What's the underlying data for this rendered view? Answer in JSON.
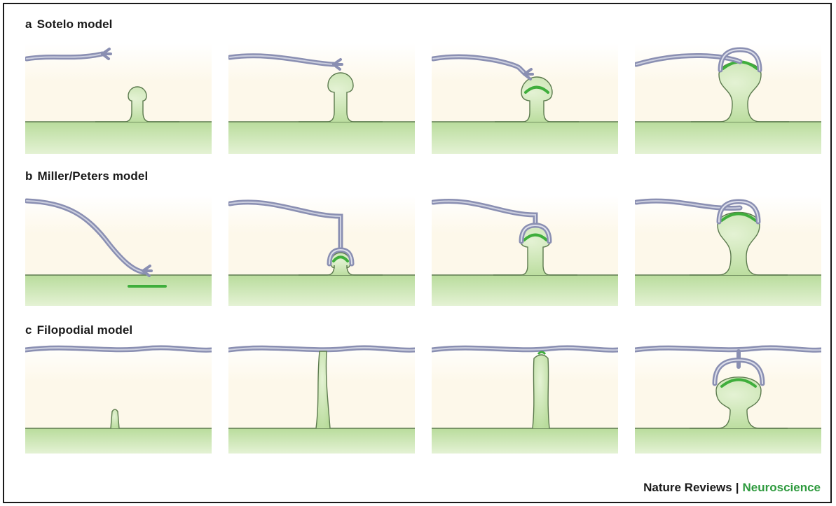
{
  "rows": [
    {
      "letter": "a",
      "title": "Sotelo model"
    },
    {
      "letter": "b",
      "title": "Miller/Peters model"
    },
    {
      "letter": "c",
      "title": "Filopodial model"
    }
  ],
  "footer": {
    "publisher": "Nature Reviews",
    "separator": "|",
    "journal": "Neuroscience"
  },
  "colors": {
    "background": "#fdf8ea",
    "dendrite": "#b9dc9c",
    "dendrite_light": "#e4f2d4",
    "axon": "#8a8fb2",
    "axon_light": "#dcdeea",
    "psd": "#3fae3c",
    "outline": "#5c7a4e"
  }
}
